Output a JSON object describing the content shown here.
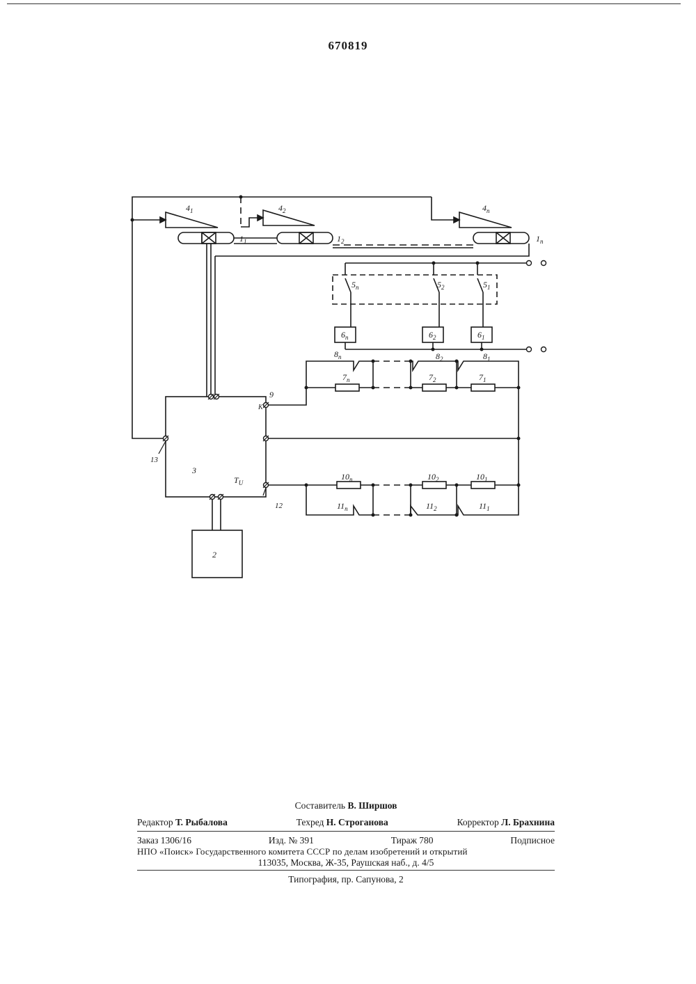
{
  "document": {
    "patent_number": "670819"
  },
  "diagram": {
    "labels": {
      "sensor_1": "4",
      "sensor_1_sub": "1",
      "sensor_2": "4",
      "sensor_2_sub": "2",
      "sensor_n": "4",
      "sensor_n_sub": "п",
      "coil_1": "1",
      "coil_1_sub": "1",
      "coil_2": "1",
      "coil_2_sub": "2",
      "coil_n": "1",
      "coil_n_sub": "п",
      "switch_n": "5",
      "switch_n_sub": "п",
      "switch_2": "5",
      "switch_2_sub": "2",
      "switch_1": "5",
      "switch_1_sub": "1",
      "block_n": "6",
      "block_n_sub": "п",
      "block_2": "6",
      "block_2_sub": "2",
      "block_1": "6",
      "block_1_sub": "1",
      "contact_n": "8",
      "contact_n_sub": "п",
      "contact_2": "8",
      "contact_2_sub": "2",
      "contact_1": "8",
      "contact_1_sub": "1",
      "resistor_n": "7",
      "resistor_n_sub": "п",
      "resistor_2": "7",
      "resistor_2_sub": "2",
      "resistor_1": "7",
      "resistor_1_sub": "1",
      "resistor_b_n": "10",
      "resistor_b_n_sub": "п",
      "resistor_b_2": "10",
      "resistor_b_2_sub": "2",
      "resistor_b_1": "10",
      "resistor_b_1_sub": "1",
      "contact_b_n": "11",
      "contact_b_n_sub": "п",
      "contact_b_2": "11",
      "contact_b_2_sub": "2",
      "contact_b_1": "11",
      "contact_b_1_sub": "1",
      "terminal_9": "9",
      "terminal_k": "К",
      "terminal_13": "13",
      "terminal_12": "12",
      "terminal_tu": "Т",
      "terminal_tu_sub": "U",
      "unit_3": "3",
      "unit_2": "2"
    }
  },
  "imprint": {
    "compiler_label": "Составитель",
    "compiler_name": "В. Ширшов",
    "editor_label": "Редактор",
    "editor_name": "Т. Рыбалова",
    "techred_label": "Техред",
    "techred_name": "Н. Строганова",
    "corrector_label": "Корректор",
    "corrector_name": "Л. Брахнина",
    "order": "Заказ 1306/16",
    "edition": "Изд. № 391",
    "circulation": "Тираж 780",
    "subscription": "Подписное",
    "publisher": "НПО «Поиск» Государственного комитета СССР по делам изобретений и открытий",
    "address": "113035, Москва, Ж-35, Раушская наб., д. 4/5",
    "printer": "Типография, пр. Сапунова, 2"
  }
}
